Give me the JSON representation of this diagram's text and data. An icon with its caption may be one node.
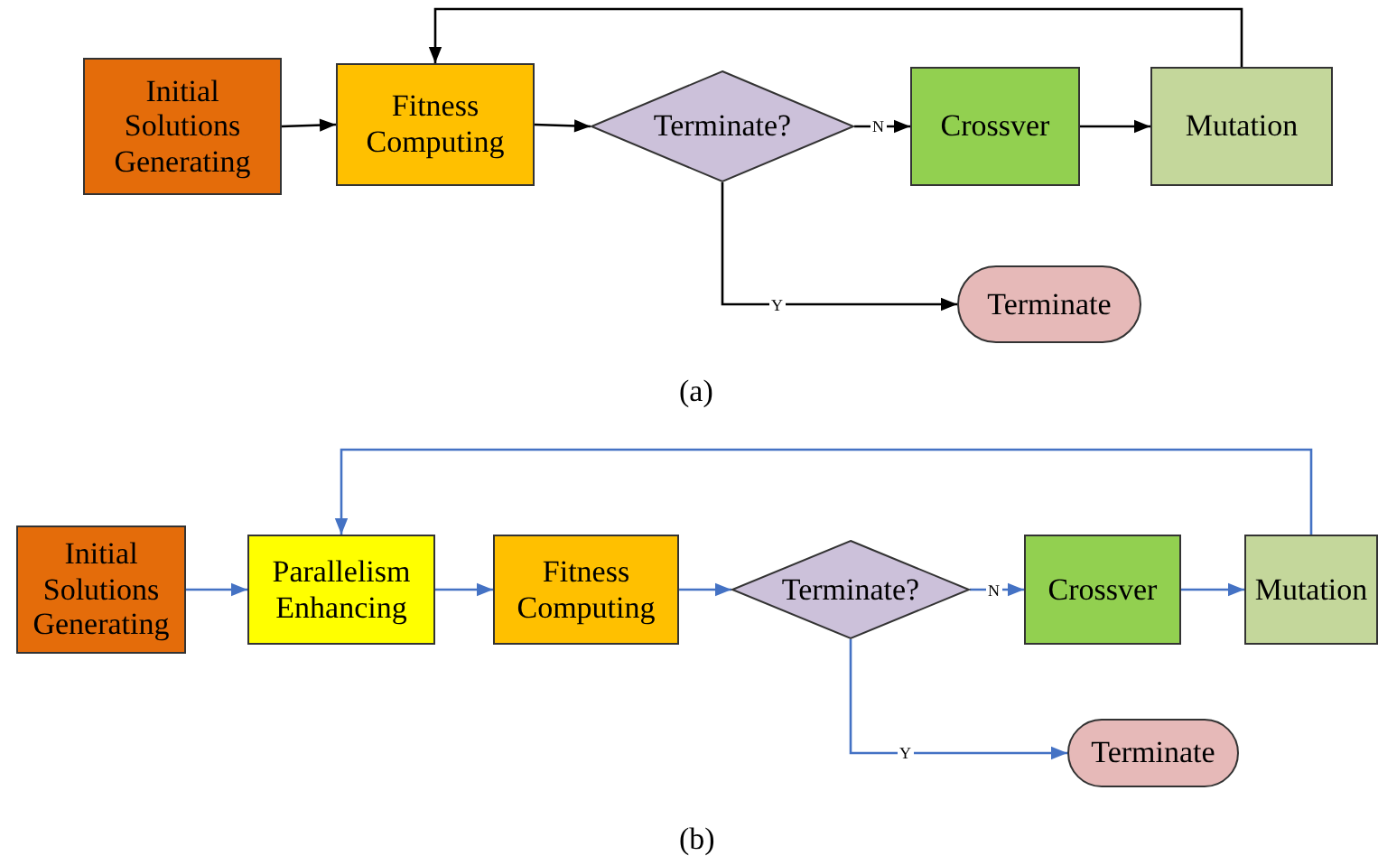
{
  "diagram": {
    "nodes": [
      {
        "text": [
          "Initial Solutions Generating"
        ]
      },
      {
        "text": [
          "Fitness Computing"
        ]
      },
      {
        "text": [
          "Terminate?"
        ]
      },
      {
        "text": [
          "Crossver"
        ]
      },
      {
        "text": [
          "Mutation"
        ]
      },
      {
        "text": [
          "Terminate"
        ]
      },
      {
        "text": [
          "Initial Solutions Generating"
        ]
      },
      {
        "text": [
          "Parallelism Enhancing"
        ]
      },
      {
        "text": [
          "Fitness Computing"
        ]
      },
      {
        "text": [
          "Terminate?"
        ]
      },
      {
        "text": [
          "Crossver"
        ]
      },
      {
        "text": [
          "Mutation"
        ]
      },
      {
        "text": [
          "Terminate"
        ]
      }
    ],
    "edges": [
      {
        "from": 0,
        "to": 1,
        "arrow": "to",
        "color": "#000000"
      },
      {
        "from": 1,
        "to": 2,
        "arrow": "to",
        "color": "#000000"
      },
      {
        "from": 2,
        "to": 3,
        "arrow": "to",
        "label": "N",
        "color": "#000000"
      },
      {
        "from": 3,
        "to": 4,
        "arrow": "to",
        "color": "#000000"
      },
      {
        "from": 4,
        "to": 1,
        "arrow": "to",
        "color": "#000000"
      },
      {
        "from": 2,
        "to": 5,
        "arrow": "to",
        "label": "Y",
        "color": "#000000"
      },
      {
        "from": 6,
        "to": 7,
        "arrow": "to"
      },
      {
        "from": 7,
        "to": 8,
        "arrow": "to"
      },
      {
        "from": 8,
        "to": 9,
        "arrow": "to"
      },
      {
        "from": 9,
        "to": 10,
        "arrow": "to",
        "label": "N"
      },
      {
        "from": 10,
        "to": 11,
        "arrow": "to"
      },
      {
        "from": 11,
        "to": 7,
        "arrow": "to"
      },
      {
        "from": 9,
        "to": 12,
        "arrow": "to",
        "label": "Y"
      }
    ],
    "labels": [
      "(a)",
      "(b)"
    ]
  }
}
